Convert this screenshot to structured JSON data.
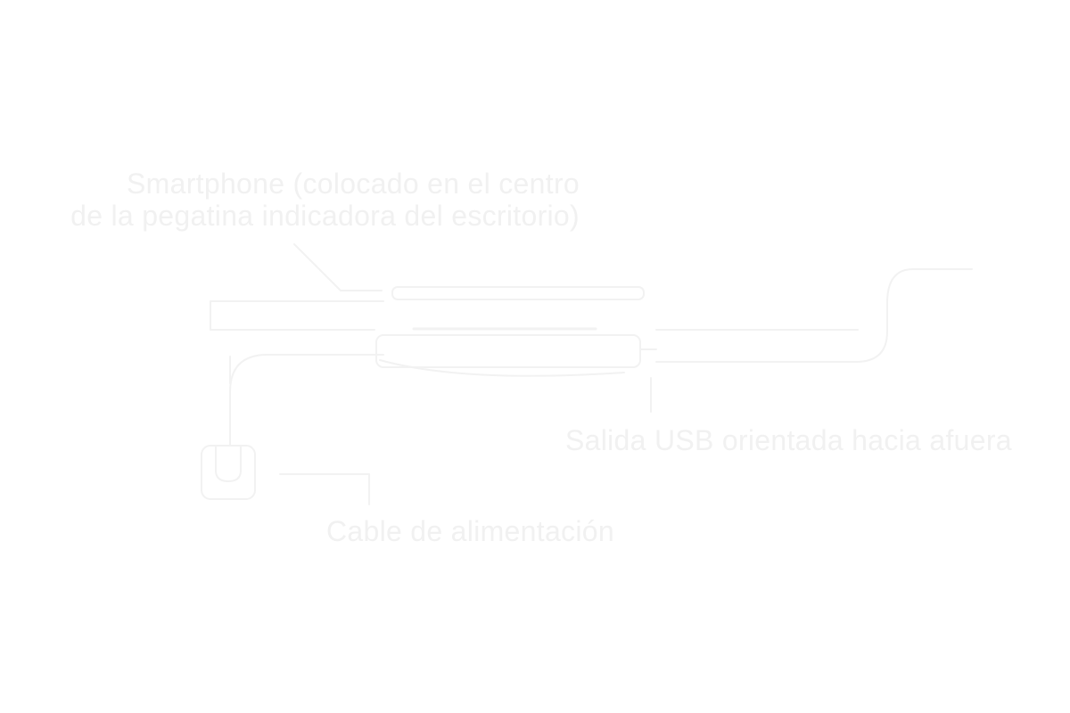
{
  "diagram": {
    "labels": {
      "phone_line1": "Smartphone (colocado en el centro",
      "phone_line2": "de la pegatina indicadora del escritorio)",
      "usb_output": "Salida USB orientada hacia afuera",
      "power_cable": "Cable de alimentación"
    },
    "colors": {
      "background": "#ffffff",
      "line": "#f2f2f2",
      "text": "#f1f1f1"
    }
  }
}
